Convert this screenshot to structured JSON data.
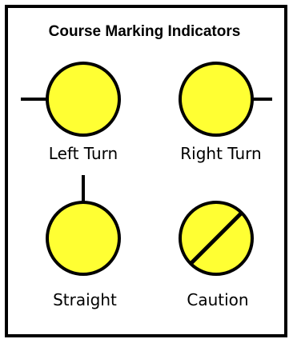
{
  "title": "Course Marking Indicators",
  "colors": {
    "marker_fill": "#ffff33",
    "stroke": "#000000",
    "background": "#ffffff"
  },
  "indicators": [
    {
      "label": "Left Turn",
      "icon": "left-turn-marker-icon"
    },
    {
      "label": "Right Turn",
      "icon": "right-turn-marker-icon"
    },
    {
      "label": "Straight",
      "icon": "straight-marker-icon"
    },
    {
      "label": "Caution",
      "icon": "caution-marker-icon"
    }
  ]
}
